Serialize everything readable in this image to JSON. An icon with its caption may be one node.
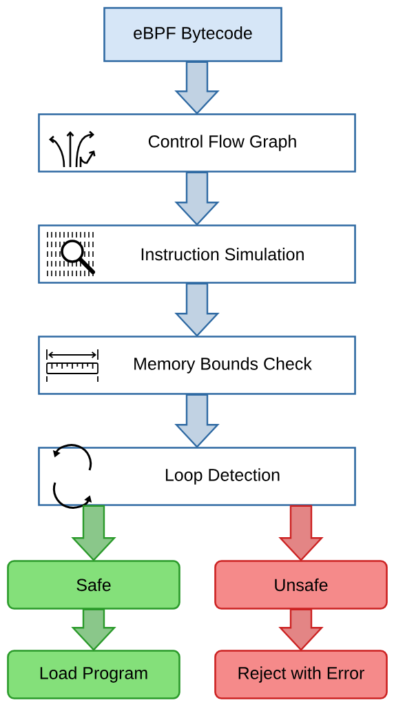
{
  "diagram": {
    "nodes": [
      {
        "text": [
          "eBPF Bytecode"
        ]
      },
      {
        "text": [
          "Control Flow Graph"
        ]
      },
      {
        "text": [
          "Instruction Simulation"
        ]
      },
      {
        "text": [
          "Memory Bounds Check"
        ]
      },
      {
        "text": [
          "Loop Detection"
        ]
      },
      {
        "text": [
          "Safe"
        ]
      },
      {
        "text": [
          "Unsafe"
        ]
      },
      {
        "text": [
          "Load Program"
        ]
      },
      {
        "text": [
          "Reject with Error"
        ]
      }
    ],
    "edges": [
      {
        "from": 0,
        "to": 1,
        "arrow": "to"
      },
      {
        "from": 1,
        "to": 2,
        "arrow": "to"
      },
      {
        "from": 2,
        "to": 3,
        "arrow": "to"
      },
      {
        "from": 3,
        "to": 4,
        "arrow": "to"
      },
      {
        "from": 4,
        "to": 5,
        "arrow": "to",
        "color": "#2a9a2a"
      },
      {
        "from": 4,
        "to": 6,
        "arrow": "to",
        "color": "#cc2222"
      },
      {
        "from": 5,
        "to": 7,
        "arrow": "to",
        "color": "#2a9a2a"
      },
      {
        "from": 6,
        "to": 8,
        "arrow": "to",
        "color": "#cc2222"
      }
    ]
  }
}
